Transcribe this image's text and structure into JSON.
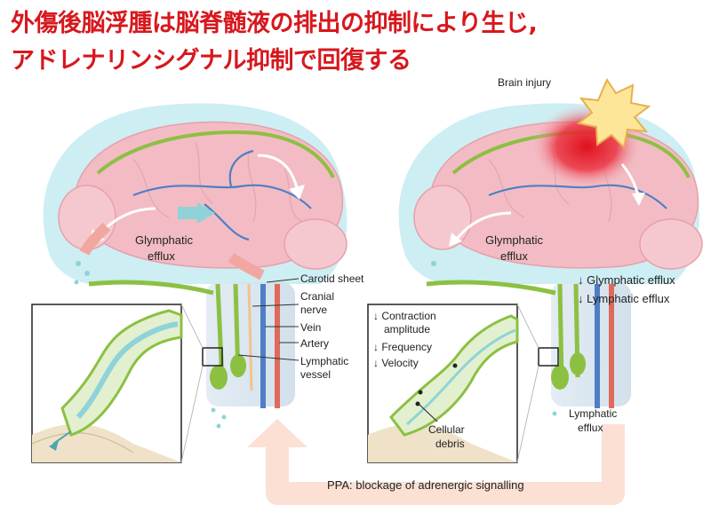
{
  "title": {
    "line1": "外傷後脳浮腫は脳脊髄液の排出の抑制により生じ,",
    "line2": "アドレナリンシグナル抑制で回復する"
  },
  "left_panel": {
    "glymphatic_line1": "Glymphatic",
    "glymphatic_line2": "efflux",
    "neck_labels": {
      "carotid": "Carotid sheet",
      "cranial_1": "Cranial",
      "cranial_2": "nerve",
      "vein": "Vein",
      "artery": "Artery",
      "lymphatic_1": "Lymphatic",
      "lymphatic_2": "vessel"
    }
  },
  "right_panel": {
    "brain_injury": "Brain injury",
    "glymphatic_line1": "Glymphatic",
    "glymphatic_line2": "efflux",
    "down_glymphatic": "↓ Glymphatic efflux",
    "down_lymphatic": "↓ Lymphatic efflux",
    "inset": {
      "contraction_1": "↓ Contraction",
      "contraction_2": "amplitude",
      "frequency": "↓ Frequency",
      "velocity": "↓ Velocity",
      "debris_1": "Cellular",
      "debris_2": "debris"
    },
    "lymphatic_efflux_1": "Lymphatic",
    "lymphatic_efflux_2": "efflux"
  },
  "bottom": {
    "ppa_label": "PPA: blockage of adrenergic signalling"
  },
  "colors": {
    "title_red": "#d6181e",
    "brain_pink": "#f3bcc4",
    "csf_blue": "#b9e6ee",
    "vessel_green": "#8cc043",
    "vein_blue": "#4e7fc4",
    "artery_red": "#e06a5a",
    "ppa_arrow": "#fbe0d3"
  }
}
